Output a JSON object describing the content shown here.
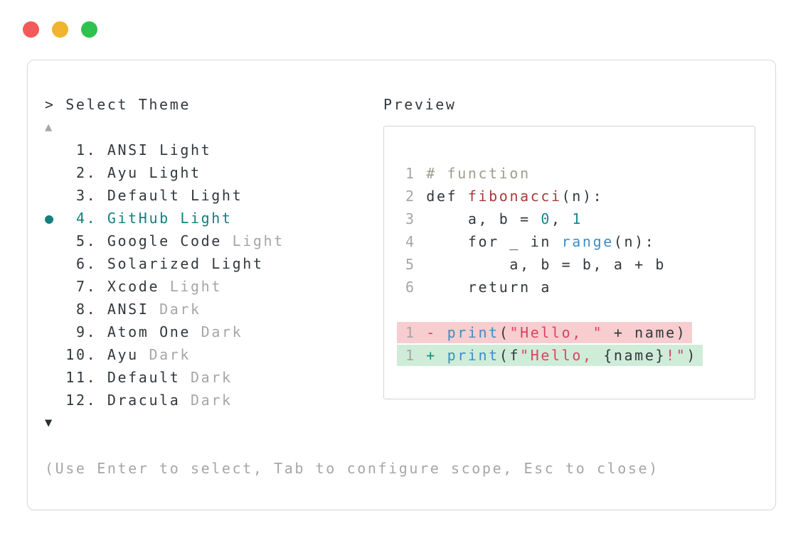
{
  "window": {
    "title_prompt": "> Select Theme",
    "footer_hint": "(Use Enter to select, Tab to configure scope, Esc to close)",
    "traffic_lights": [
      {
        "name": "close",
        "color": "#f25a5a"
      },
      {
        "name": "minimize",
        "color": "#f1b42f"
      },
      {
        "name": "maximize",
        "color": "#2ec24e"
      }
    ]
  },
  "theme_list": {
    "scroll_up_icon": "▲",
    "scroll_down_icon": "▼",
    "selected_bullet": "●",
    "items": [
      {
        "number": "1",
        "name": "ANSI Light",
        "gray_suffix": "",
        "selected": false
      },
      {
        "number": "2",
        "name": "Ayu Light",
        "gray_suffix": "",
        "selected": false
      },
      {
        "number": "3",
        "name": "Default Light",
        "gray_suffix": "",
        "selected": false
      },
      {
        "number": "4",
        "name": "GitHub Light",
        "gray_suffix": "",
        "selected": true
      },
      {
        "number": "5",
        "name": "Google Code",
        "gray_suffix": "Light",
        "selected": false
      },
      {
        "number": "6",
        "name": "Solarized Light",
        "gray_suffix": "",
        "selected": false
      },
      {
        "number": "7",
        "name": "Xcode",
        "gray_suffix": "Light",
        "selected": false
      },
      {
        "number": "8",
        "name": "ANSI",
        "gray_suffix": "Dark",
        "selected": false
      },
      {
        "number": "9",
        "name": "Atom One",
        "gray_suffix": "Dark",
        "selected": false
      },
      {
        "number": "10",
        "name": "Ayu",
        "gray_suffix": "Dark",
        "selected": false
      },
      {
        "number": "11",
        "name": "Default",
        "gray_suffix": "Dark",
        "selected": false
      },
      {
        "number": "12",
        "name": "Dracula",
        "gray_suffix": "Dark",
        "selected": false
      }
    ]
  },
  "preview": {
    "label": "Preview",
    "code_lines": [
      {
        "n": "1",
        "tokens": [
          {
            "t": "# function",
            "c": "comment"
          }
        ]
      },
      {
        "n": "2",
        "tokens": [
          {
            "t": "def ",
            "c": "plain"
          },
          {
            "t": "fibonacci",
            "c": "func"
          },
          {
            "t": "(n):",
            "c": "plain"
          }
        ]
      },
      {
        "n": "3",
        "tokens": [
          {
            "t": "    a, b = ",
            "c": "plain"
          },
          {
            "t": "0",
            "c": "num"
          },
          {
            "t": ", ",
            "c": "plain"
          },
          {
            "t": "1",
            "c": "num"
          }
        ]
      },
      {
        "n": "4",
        "tokens": [
          {
            "t": "    for _ in ",
            "c": "plain"
          },
          {
            "t": "range",
            "c": "blue"
          },
          {
            "t": "(n):",
            "c": "plain"
          }
        ]
      },
      {
        "n": "5",
        "tokens": [
          {
            "t": "        a, b = b, a + b",
            "c": "plain"
          }
        ]
      },
      {
        "n": "6",
        "tokens": [
          {
            "t": "    return a",
            "c": "plain"
          }
        ]
      }
    ],
    "diff_lines": [
      {
        "n": "1",
        "kind": "removed",
        "sign": "-",
        "tokens": [
          {
            "t": "print",
            "c": "blue"
          },
          {
            "t": "(",
            "c": "plain"
          },
          {
            "t": "\"Hello, \"",
            "c": "str"
          },
          {
            "t": " + name)",
            "c": "plain"
          }
        ]
      },
      {
        "n": "1",
        "kind": "added",
        "sign": "+",
        "tokens": [
          {
            "t": "print",
            "c": "blue"
          },
          {
            "t": "(f",
            "c": "plain"
          },
          {
            "t": "\"Hello, ",
            "c": "str"
          },
          {
            "t": "{name}",
            "c": "plain"
          },
          {
            "t": "!\"",
            "c": "str"
          },
          {
            "t": ")",
            "c": "plain"
          }
        ]
      }
    ]
  },
  "colors": {
    "c_dark": "#33383d",
    "c_gray": "#a6a6a6",
    "c_teal": "#13807e",
    "c_comment": "#9aa08e",
    "c_func": "#a93a3a",
    "c_str": "#d94560",
    "c_blue": "#3e8ec4",
    "c_num": "#13888f",
    "c_minus": "#d04558",
    "c_plus": "#1d8f78",
    "bg_removed": "#f7cdd0",
    "bg_added": "#cfecd9",
    "c_border": "#d9d9d9",
    "c_arrow_down": "#2b2f33",
    "dot_red": "#f25a5a",
    "dot_yellow": "#f1b42f",
    "dot_green": "#2ec24e"
  }
}
